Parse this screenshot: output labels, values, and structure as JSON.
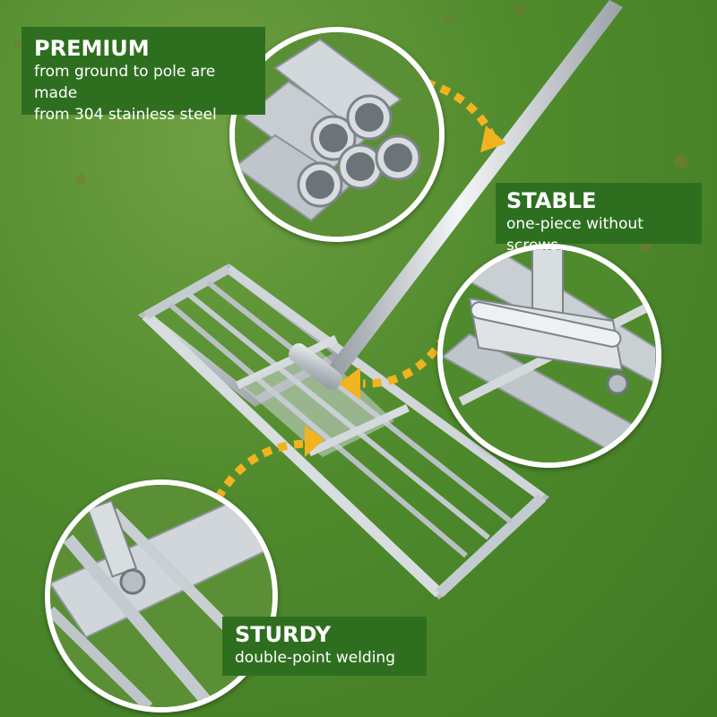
{
  "callouts": {
    "premium": {
      "title": "PREMIUM",
      "line1": "from ground to pole are made",
      "line2": "from 304 stainless steel"
    },
    "stable": {
      "title": "STABLE",
      "line1": "one-piece without screws"
    },
    "sturdy": {
      "title": "STURDY",
      "line1": "double-point welding"
    }
  },
  "colors": {
    "callout_bg": "#2e6f1f",
    "callout_text": "#ffffff",
    "arrow": "#f2b320",
    "steel": "#c9cfd3",
    "grass": "#4f8a2c"
  }
}
